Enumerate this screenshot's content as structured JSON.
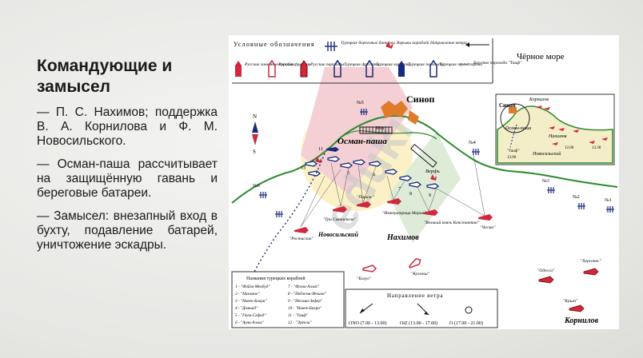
{
  "slide": {
    "title": "Командующие и замысел",
    "paragraphs": [
      "— П. С. Нахимов; поддержка В. А. Корнилова и Ф. М. Новосильского.",
      "— Осман-паша рассчитывает на защищённую гавань и береговые батареи.",
      "— Замысел: внезапный вход в бухту, подавление батарей, уничтожение эскадры."
    ]
  },
  "map": {
    "legend": {
      "heading": "Условные обозначения",
      "items": [
        "Турецкие береговые батареи",
        "Взрывы кораблей",
        "Направление ветра",
        "Русские линейные корабли",
        "Русские фрегаты",
        "Русские пароходы",
        "Турецкие фрегаты",
        "Турецкие корветы",
        "Турецкие пароходы",
        "Турецкие транспорты",
        "Бегство парохода \"Таиф\""
      ]
    },
    "labels": {
      "black_sea": "Чёрное море",
      "sinop": "Синоп",
      "osman": "Осман-паша",
      "nakhimov": "Нахимов",
      "novosilsky": "Новосильский",
      "kornilov": "Корнилов",
      "mol": "Мол",
      "verf": "Верфь",
      "inset_sinop": "Синоп",
      "inset_osman": "Осман-паша",
      "inset_nakhimov": "Нахимов",
      "inset_novosilsky": "Новосильский",
      "inset_kornilov": "Корнилов",
      "inset_taif": "\"Таиф\"",
      "inset_time_1": "13.00",
      "inset_time_2": "12.00",
      "inset_time_3": "13.30",
      "compass_n": "N",
      "compass_s": "S"
    },
    "batteries": [
      "№5",
      "№4",
      "№6",
      "№3",
      "№2",
      "№1"
    ],
    "turkish_numbers": [
      "1",
      "2",
      "3",
      "4",
      "5",
      "6",
      "7",
      "8",
      "9",
      "10",
      "11",
      "12",
      "13"
    ],
    "russian_ships": [
      "\"Париж\"",
      "\"Императрица Мария\"",
      "\"Три Святителя\"",
      "\"Ростислав\"",
      "\"Великий князь Константин\"",
      "\"Чесма\"",
      "\"Кагул\"",
      "\"Кулевчи\"",
      "\"Одесса\"",
      "\"Херсонес\"",
      "\"Крым\""
    ],
    "turkish_list": {
      "heading": "Названия турецких кораблей",
      "col1": [
        "1 - \"Файзи-Меабуд\"",
        "2 - \"Низамие\"",
        "3 - \"Навек-Бахри\"",
        "4 - \"Дамиад\"",
        "5 - \"Гюли-Сефид\"",
        "6 - \"Ауни-Аллах\""
      ],
      "col2": [
        "7 - \"Фазли-Аллах\"",
        "8 - \"Неджми-Фешан\"",
        "9 - \"Несими-Зефер\"",
        "10 - \"Навек-Бахри\"",
        "11 - \"Таиф\"",
        "12 - \"Эрекли\""
      ]
    },
    "wind": {
      "heading": "Направление ветра",
      "items": [
        "ONO (7.00 - 13.00)",
        "OtZ (13.00 - 17.00)",
        "O (17.00 - 21.00)"
      ]
    },
    "watermark": "eduki"
  }
}
